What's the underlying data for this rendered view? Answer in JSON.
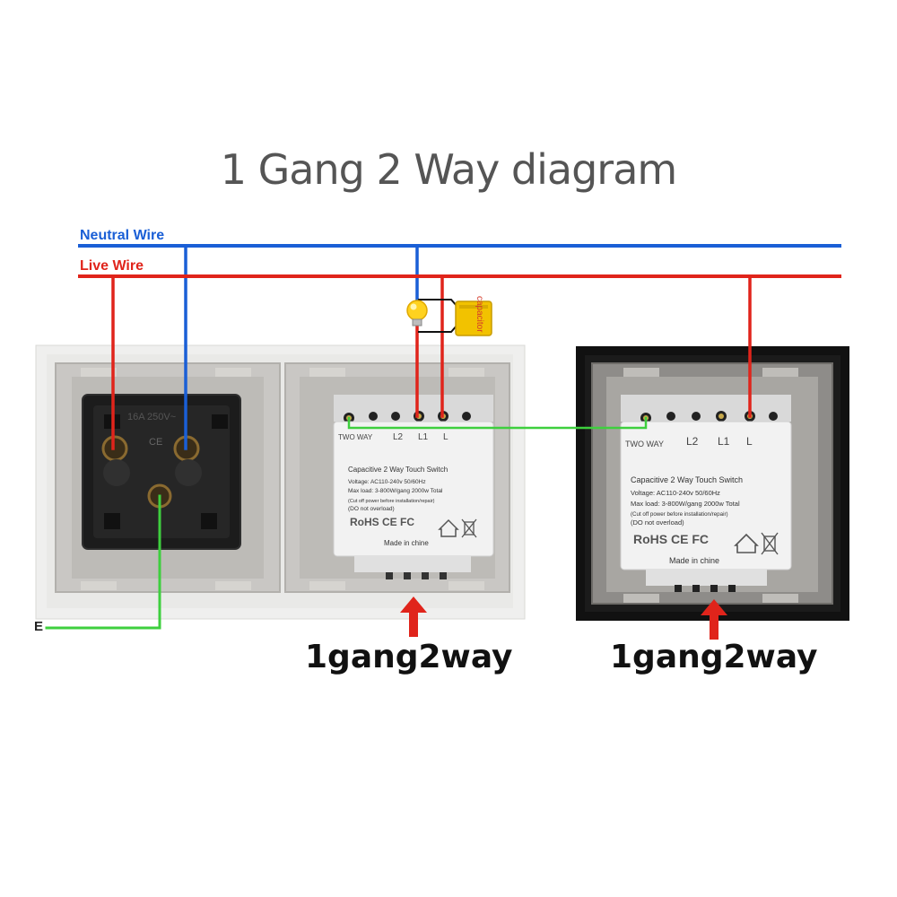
{
  "title": "1 Gang 2 Way diagram",
  "wires": {
    "neutral": "Neutral Wire",
    "live": "Live Wire",
    "earth": "E",
    "neutral_color": "#1a5fd6",
    "live_color": "#e0241b",
    "earth_color": "#3ecf3e"
  },
  "capacitor_label": "capacitor",
  "socket": {
    "rating": "16A 250V~",
    "mark": "CE"
  },
  "switch_left": {
    "terminals": [
      "TWO WAY",
      "L2",
      "L1",
      "L"
    ],
    "product": "Capacitive 2 Way Touch Switch",
    "voltage": "Voltage: AC110-240v 50/60Hz",
    "max_load": "Max load: 3-800W/gang  2000w Total",
    "note1": "(Cut off power before installation/repair)",
    "note2": "(DO not overload)",
    "certs": "RoHS CE FC",
    "made_in": "Made in chine"
  },
  "switch_right": {
    "terminals": [
      "TWO WAY",
      "L2",
      "L1",
      "L"
    ],
    "product": "Capacitive 2 Way Touch Switch",
    "voltage": "Voltage: AC110-240v 50/60Hz",
    "max_load": "Max load: 3-800W/gang  2000w Total",
    "note1": "(Cut off power before installation/repair)",
    "note2": "(DO not overload)",
    "certs": "RoHS CE FC",
    "made_in": "Made in chine"
  },
  "captions": {
    "left": "1gang2way",
    "right": "1gang2way"
  },
  "icons": [
    "bulb-icon",
    "capacitor-icon",
    "recycle-house-icon",
    "weee-bin-icon",
    "arrow-up-icon"
  ]
}
